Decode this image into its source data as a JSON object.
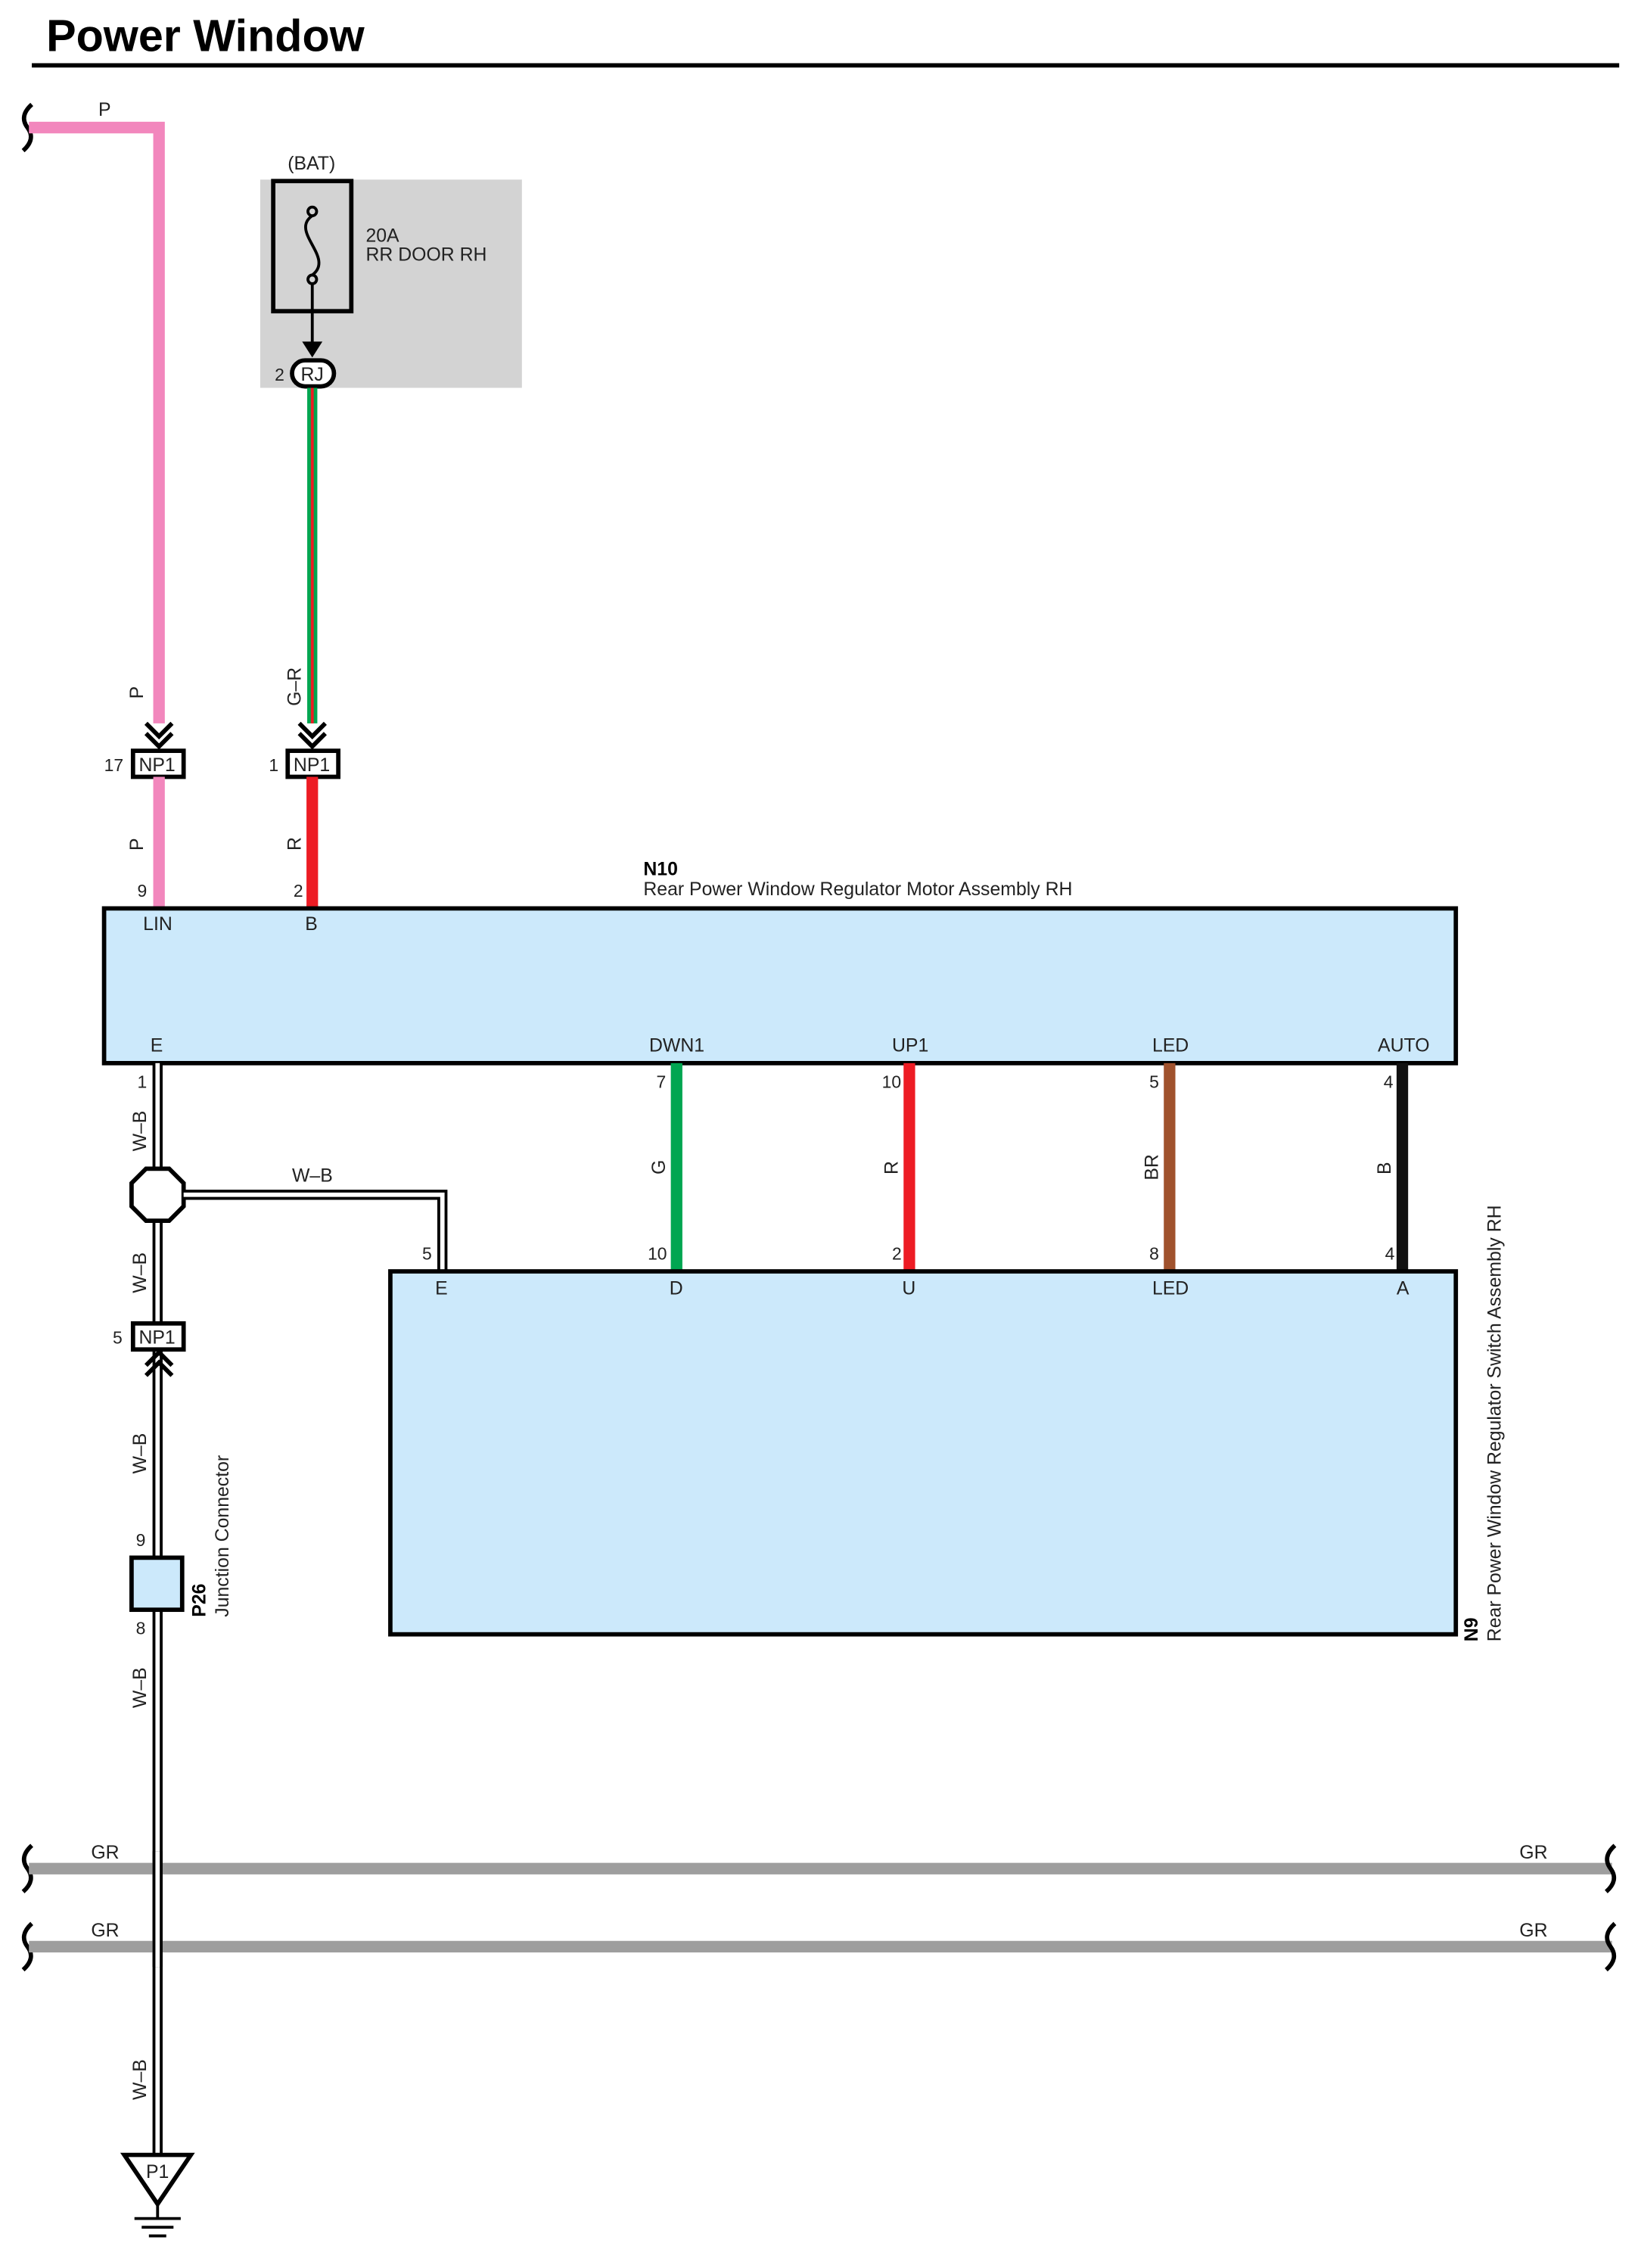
{
  "title": "Power Window",
  "colors": {
    "pink": "#f287bd",
    "red": "#ed1c24",
    "green": "#00a651",
    "brown": "#a0522d",
    "black": "#111111",
    "gray": "#9e9e9e",
    "component_fill": "#cce9fb",
    "fuse_box_fill": "#d3d3d3"
  },
  "fuse": {
    "source": "(BAT)",
    "rating": "20A",
    "name": "RR DOOR RH",
    "connector": "RJ",
    "pin": "2"
  },
  "wires": {
    "p_top": "P",
    "p_upper": "P",
    "p_lower": "P",
    "gr_upper": "G–R",
    "r_upper": "R",
    "wb_1": "W–B",
    "wb_branch": "W–B",
    "wb_2": "W–B",
    "wb_3": "W–B",
    "wb_4": "W–B",
    "wb_5": "W–B",
    "g": "G",
    "r": "R",
    "br": "BR",
    "b": "B",
    "gr_bus_1_left": "GR",
    "gr_bus_1_right": "GR",
    "gr_bus_2_left": "GR",
    "gr_bus_2_right": "GR"
  },
  "connectors": {
    "np1_a": {
      "name": "NP1",
      "pin": "17"
    },
    "np1_b": {
      "name": "NP1",
      "pin": "1"
    },
    "np1_c": {
      "name": "NP1",
      "pin": "5"
    }
  },
  "n10": {
    "code": "N10",
    "name": "Rear Power Window Regulator Motor Assembly RH",
    "terminals": {
      "lin": {
        "label": "LIN",
        "pin": "9"
      },
      "b": {
        "label": "B",
        "pin": "2"
      },
      "e": {
        "label": "E",
        "pin": "1"
      },
      "dwn1": {
        "label": "DWN1",
        "pin": "7"
      },
      "up1": {
        "label": "UP1",
        "pin": "10"
      },
      "led": {
        "label": "LED",
        "pin": "5"
      },
      "auto": {
        "label": "AUTO",
        "pin": "4"
      }
    }
  },
  "n9": {
    "code": "N9",
    "name": "Rear Power Window Regulator Switch Assembly RH",
    "terminals": {
      "e": {
        "label": "E",
        "pin": "5"
      },
      "d": {
        "label": "D",
        "pin": "10"
      },
      "u": {
        "label": "U",
        "pin": "2"
      },
      "led": {
        "label": "LED",
        "pin": "8"
      },
      "a": {
        "label": "A",
        "pin": "4"
      }
    }
  },
  "p26": {
    "code": "P26",
    "name": "Junction Connector",
    "pin_top": "9",
    "pin_bottom": "8"
  },
  "ground": {
    "name": "P1"
  }
}
